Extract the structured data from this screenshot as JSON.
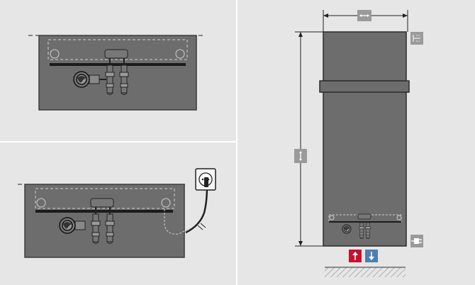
{
  "colors": {
    "background": "#e6e6e6",
    "panel_border": "#ffffff",
    "radiator_fill": "#6d6d6d",
    "radiator_stroke": "#3c3c3c",
    "outline_dark": "#2a2a2a",
    "icon_grey": "#9a9a9a",
    "flow_red": "#c8102e",
    "return_blue": "#4f7fae"
  },
  "icons": {
    "width_dimension": "double-arrow-horizontal-icon",
    "height_dimension": "double-arrow-vertical-icon",
    "hydraulic_connection": "pipe-connection-icon",
    "electric_connection": "plug-icon",
    "flow": "arrow-up-icon",
    "return": "arrow-down-icon",
    "wall_socket": "wall-socket-icon"
  },
  "panels": [
    {
      "name": "detail-hydraulic-connection"
    },
    {
      "name": "detail-electric-connection"
    },
    {
      "name": "front-view-dimensions"
    }
  ]
}
